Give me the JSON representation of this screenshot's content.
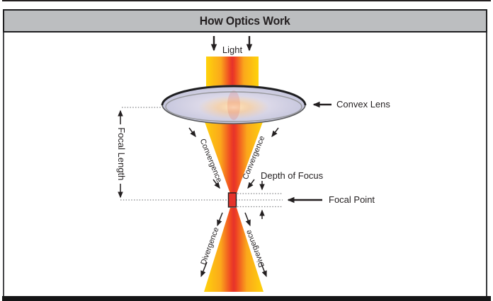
{
  "title_bar": {
    "title": "How Optics Work"
  },
  "diagram": {
    "labels": {
      "light": "Light",
      "convex_lens": "Convex Lens",
      "focal_length": "Focal Length",
      "convergence_left": "Convergence",
      "convergence_right": "Convergence",
      "depth_of_focus": "Depth of Focus",
      "focal_point": "Focal Point",
      "divergence_left": "Divergence",
      "divergence_right": "Divergence"
    },
    "colors": {
      "beam_yellow": "#FED30B",
      "beam_orange": "#FBA81B",
      "beam_red": "#E5332B",
      "lens_fill": "#C7C7DE",
      "lens_top_outline": "#1E1E20",
      "title_bar_bg": "#BCBEC0",
      "frame_border": "#231F20",
      "dashed_line": "#828487",
      "text": "#231F20"
    }
  }
}
